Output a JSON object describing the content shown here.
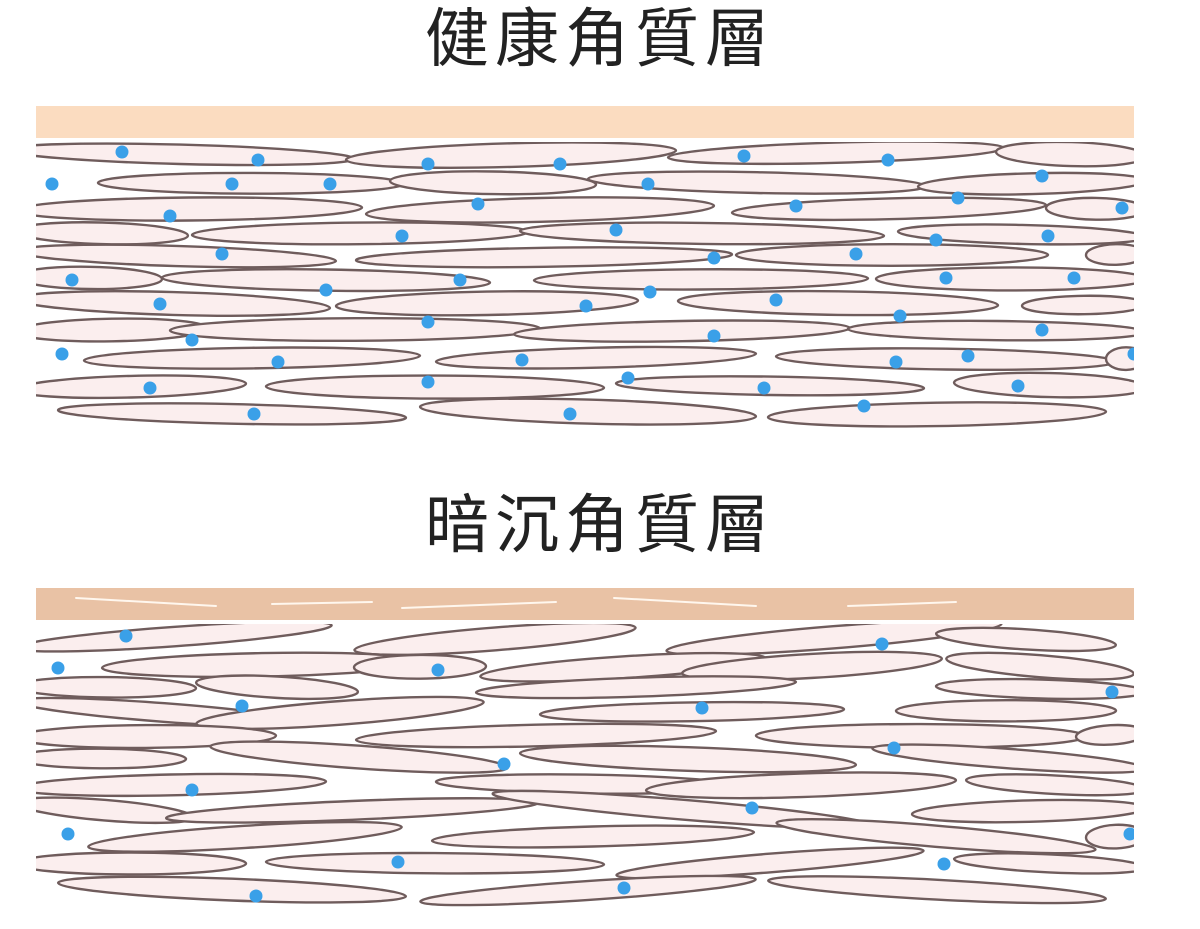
{
  "diagrams": [
    {
      "id": "healthy",
      "title": "健康角質層",
      "surface_color": "#fbdcc0",
      "cell_fill": "#fbeeee",
      "cell_stroke": "#6f5c5c",
      "droplet_color": "#3aa0e8",
      "surface_streaks": false
    },
    {
      "id": "dull",
      "title": "暗沉角質層",
      "surface_color": "#e9c2a5",
      "cell_fill": "#fbeeee",
      "cell_stroke": "#6f5c5c",
      "droplet_color": "#3aa0e8",
      "surface_streaks": true
    }
  ]
}
